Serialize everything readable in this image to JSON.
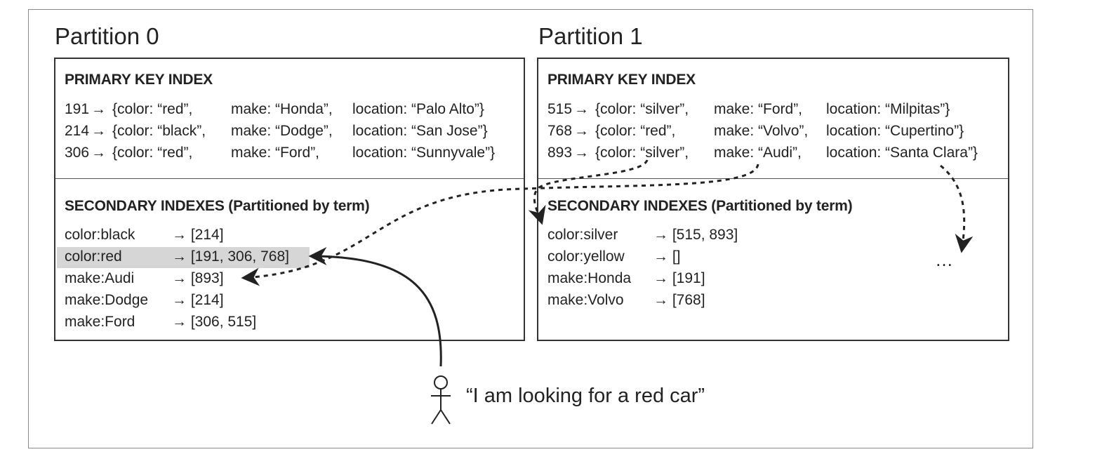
{
  "partitions": [
    {
      "title": "Partition 0",
      "primary_heading": "PRIMARY KEY INDEX",
      "primary_rows": [
        {
          "id": "191",
          "arrow": "→",
          "color": "{color: “red”,",
          "make": "make: “Honda”,",
          "location": "location: “Palo Alto”}"
        },
        {
          "id": "214",
          "arrow": "→",
          "color": "{color: “black”,",
          "make": "make: “Dodge”,",
          "location": "location: “San Jose”}"
        },
        {
          "id": "306",
          "arrow": "→",
          "color": "{color: “red”,",
          "make": "make: “Ford”,",
          "location": "location: “Sunnyvale”}"
        }
      ],
      "secondary_heading": "SECONDARY INDEXES (Partitioned by term)",
      "secondary_rows": [
        {
          "term": "color:black",
          "value": "→ [214]",
          "highlighted": false
        },
        {
          "term": "color:red",
          "value": "→ [191, 306, 768]",
          "highlighted": true
        },
        {
          "term": "make:Audi",
          "value": "→ [893]",
          "highlighted": false
        },
        {
          "term": "make:Dodge",
          "value": "→ [214]",
          "highlighted": false
        },
        {
          "term": "make:Ford",
          "value": "→ [306, 515]",
          "highlighted": false
        }
      ]
    },
    {
      "title": "Partition 1",
      "primary_heading": "PRIMARY KEY INDEX",
      "primary_rows": [
        {
          "id": "515",
          "arrow": "→",
          "color": "{color: “silver”,",
          "make": "make: “Ford”,",
          "location": "location: “Milpitas”}"
        },
        {
          "id": "768",
          "arrow": "→",
          "color": "{color: “red”,",
          "make": "make: “Volvo”,",
          "location": "location: “Cupertino”}"
        },
        {
          "id": "893",
          "arrow": "→",
          "color": "{color: “silver”,",
          "make": "make: “Audi”,",
          "location": "location: “Santa Clara”}"
        }
      ],
      "secondary_heading": "SECONDARY INDEXES (Partitioned by term)",
      "secondary_rows": [
        {
          "term": "color:silver",
          "value": "→ [515, 893]",
          "highlighted": false
        },
        {
          "term": "color:yellow",
          "value": "→ []",
          "highlighted": false
        },
        {
          "term": "make:Honda",
          "value": "→ [191]",
          "highlighted": false
        },
        {
          "term": "make:Volvo",
          "value": "→ [768]",
          "highlighted": false
        }
      ],
      "ellipsis": "…"
    }
  ],
  "query": {
    "caption": "“I am looking for a red car”",
    "icon": "person-icon"
  },
  "colors": {
    "highlight": "#d6d6d6",
    "ink": "#222222"
  }
}
